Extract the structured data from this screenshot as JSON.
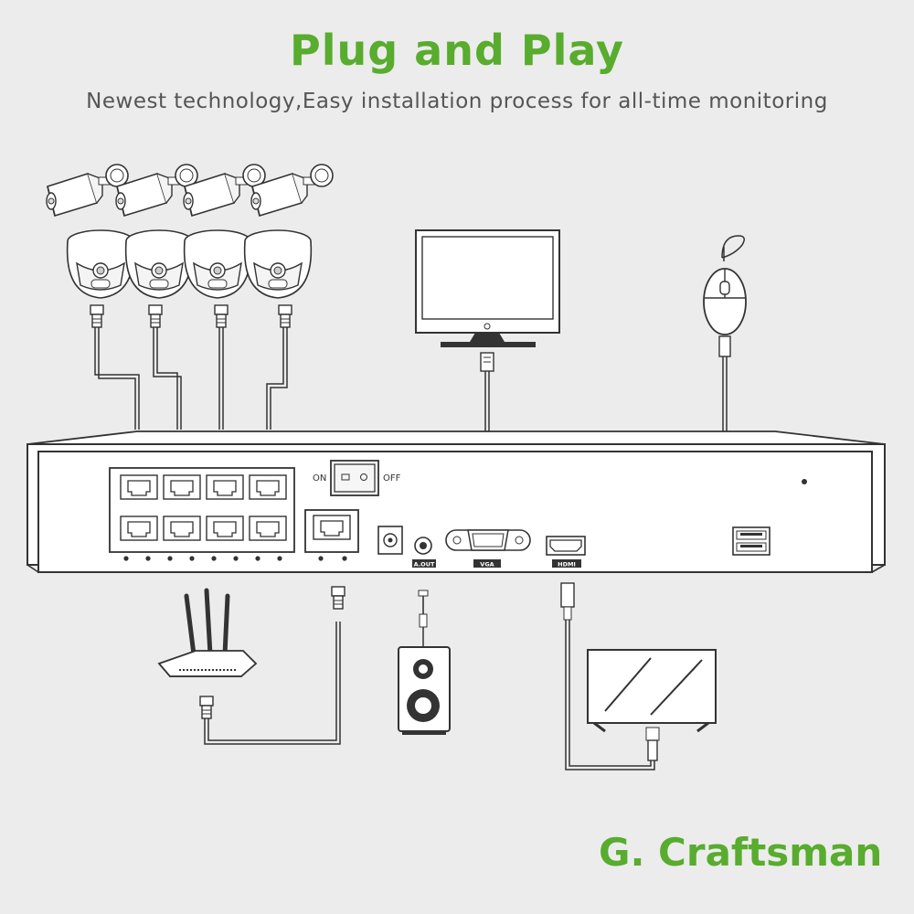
{
  "title": "Plug and Play",
  "subtitle": "Newest technology,Easy installation process for all-time monitoring",
  "brand": "G. Craftsman",
  "nvr": {
    "switch_on_label": "ON",
    "switch_off_label": "OFF",
    "aout_label": "A.OUT",
    "vga_label": "VGA",
    "hdmi_label": "HDMI"
  },
  "colors": {
    "accent": "#58ac2e",
    "background": "#ececec",
    "line": "#2a2a2a"
  }
}
